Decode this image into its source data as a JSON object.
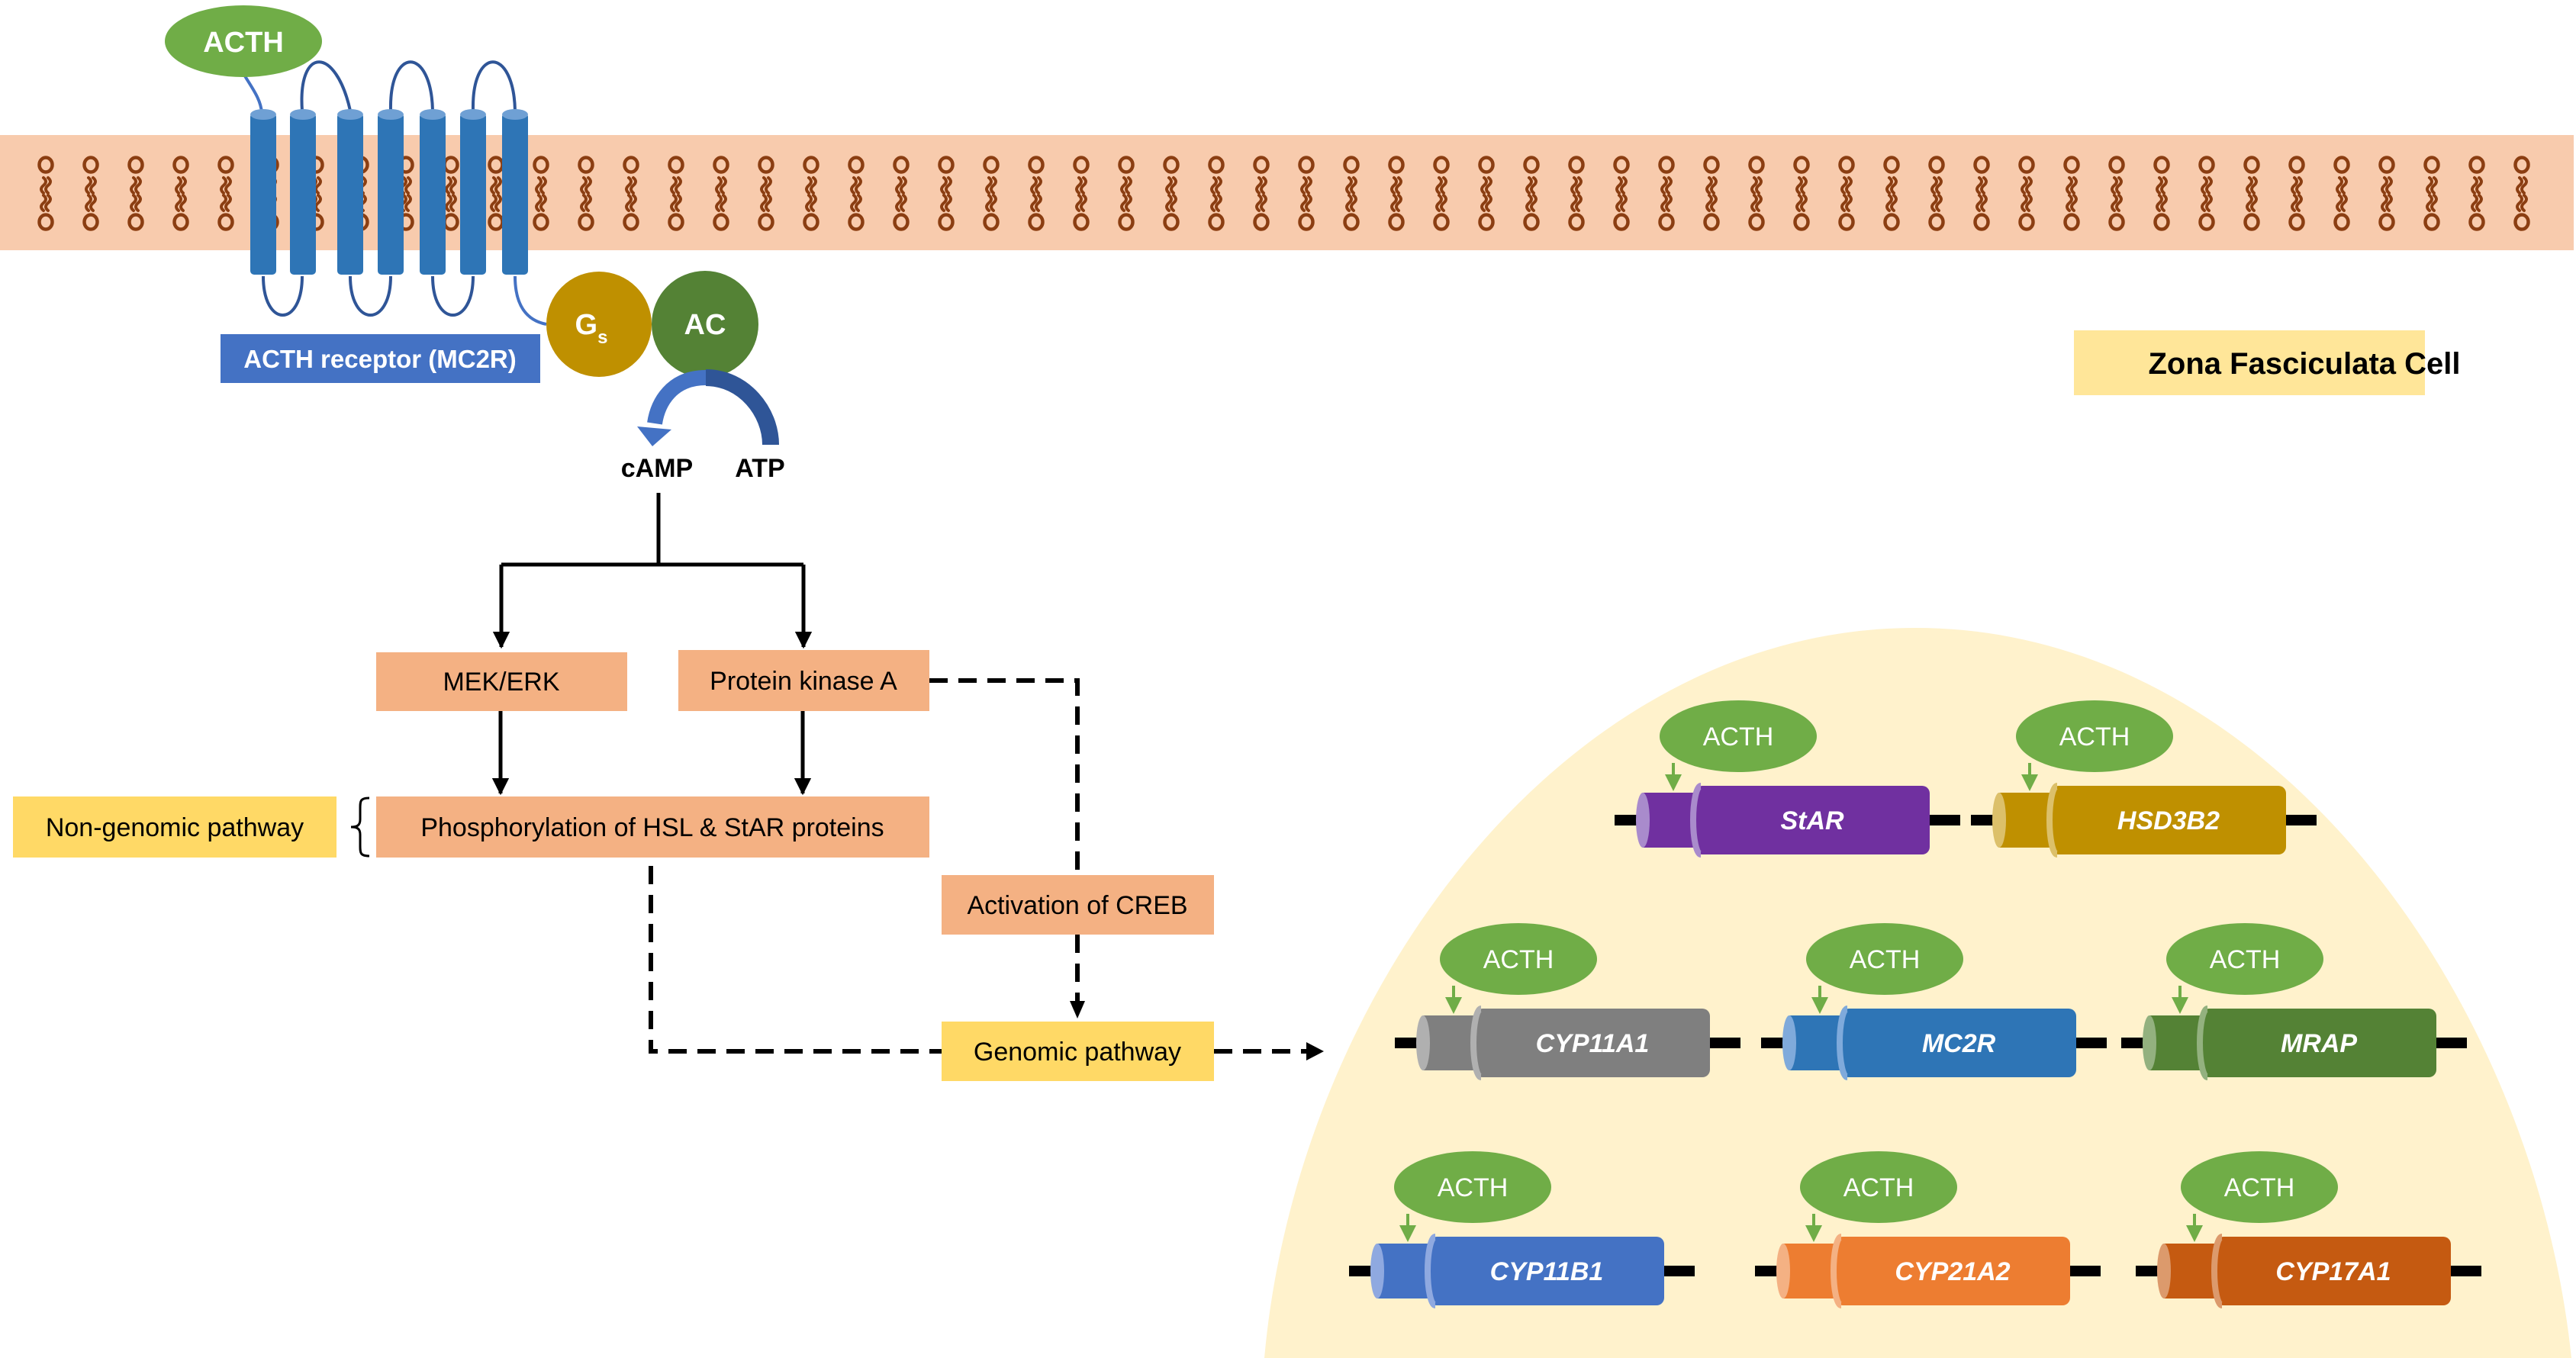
{
  "title": "Zona Fasciculata Cell",
  "colors": {
    "membrane": "#f8cbad",
    "lipid": "#8b3e12",
    "receptor": "#2e75b6",
    "receptor_cap": "#6fa0d4",
    "receptor_loop": "#2f5597",
    "receptor_label_bg": "#4472c4",
    "acth": "#70ad47",
    "gs": "#bf9000",
    "ac": "#548235",
    "camp_arrow": "#4472c4",
    "atp_arrow": "#2f5597",
    "process_box": "#f4b183",
    "pathway_box": "#ffd966",
    "title_box": "#ffe699",
    "nucleus": "#fff2cc"
  },
  "membrane": {
    "lipid_count": 56
  },
  "receptor": {
    "ligand_label": "ACTH",
    "label": "ACTH receptor (MC2R)",
    "transmembrane_helices": 7
  },
  "signaling": {
    "gs_label": "G",
    "gs_subscript": "s",
    "ac_label": "AC",
    "camp_label": "cAMP",
    "atp_label": "ATP"
  },
  "flowchart": {
    "mek_erk": "MEK/ERK",
    "pka": "Protein kinase A",
    "phosphorylation": "Phosphorylation of HSL & StAR proteins",
    "non_genomic": "Non-genomic pathway",
    "creb": "Activation of CREB",
    "genomic": "Genomic pathway"
  },
  "nucleus": {
    "genes": [
      {
        "name": "StAR",
        "regulator": "ACTH",
        "color": "#7030a0",
        "light": "#a98bcc",
        "row": 0,
        "col": 0
      },
      {
        "name": "HSD3B2",
        "regulator": "ACTH",
        "color": "#bf9000",
        "light": "#dcc06a",
        "row": 0,
        "col": 1
      },
      {
        "name": "CYP11A1",
        "regulator": "ACTH",
        "color": "#7f7f7f",
        "light": "#b0b0b0",
        "row": 1,
        "col": 0
      },
      {
        "name": "MC2R",
        "regulator": "ACTH",
        "color": "#2e75b6",
        "light": "#7faadb",
        "row": 1,
        "col": 1
      },
      {
        "name": "MRAP",
        "regulator": "ACTH",
        "color": "#548235",
        "light": "#93b17f",
        "row": 1,
        "col": 2
      },
      {
        "name": "CYP11B1",
        "regulator": "ACTH",
        "color": "#4472c4",
        "light": "#8fa9e0",
        "row": 2,
        "col": 0
      },
      {
        "name": "CYP21A2",
        "regulator": "ACTH",
        "color": "#ed7d31",
        "light": "#f4b183",
        "row": 2,
        "col": 1
      },
      {
        "name": "CYP17A1",
        "regulator": "ACTH",
        "color": "#c55a11",
        "light": "#dc9a6c",
        "row": 2,
        "col": 2
      }
    ]
  }
}
